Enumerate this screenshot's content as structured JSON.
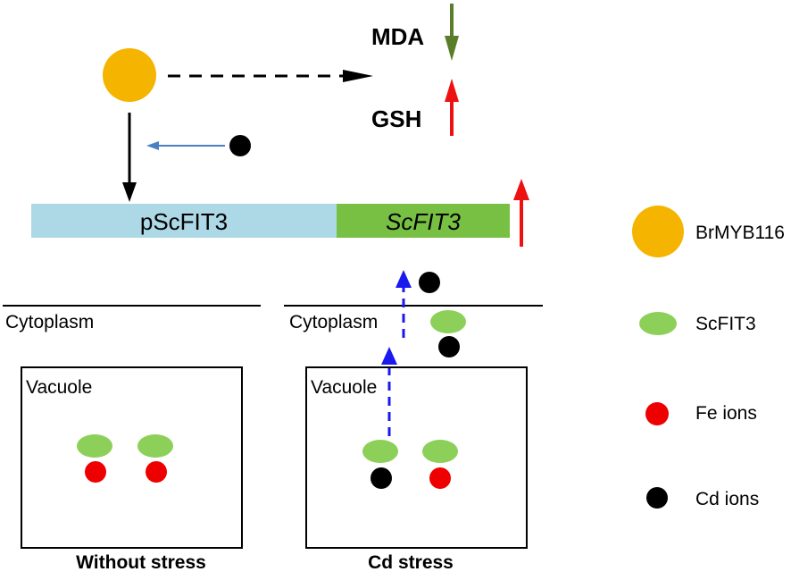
{
  "markers": {
    "mda": "MDA",
    "gsh": "GSH"
  },
  "gene": {
    "promoter_label": "pScFIT3",
    "gene_label": "ScFIT3"
  },
  "compartments": {
    "cytoplasm_left": "Cytoplasm",
    "cytoplasm_right": "Cytoplasm",
    "vacuole_left": "Vacuole",
    "vacuole_right": "Vacuole"
  },
  "conditions": {
    "left": "Without stress",
    "right": "Cd stress"
  },
  "legend": {
    "items": [
      {
        "label": "BrMYB116",
        "icon": "orange-circle-icon"
      },
      {
        "label": "ScFIT3",
        "icon": "green-ellipse-icon"
      },
      {
        "label": "Fe ions",
        "icon": "red-dot-icon"
      },
      {
        "label": "Cd ions",
        "icon": "black-dot-icon"
      }
    ]
  },
  "colors": {
    "brmyb116": "#f5b400",
    "scfit3": "#8cd05a",
    "fe": "#ee0000",
    "cd": "#000000",
    "promoter_bar": "#add8e6",
    "gene_bar": "#77c043",
    "up_arrow": "#ee1111",
    "down_arrow": "#5a7d2a",
    "transport_arrow": "#1a1aee",
    "inhibit_arrow": "#4a7fc1"
  }
}
